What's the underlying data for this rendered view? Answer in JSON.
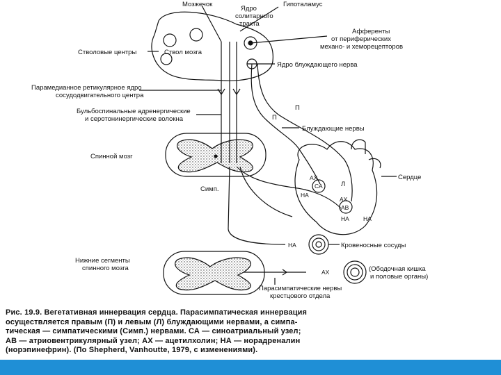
{
  "labels": {
    "cerebellum": "Мозжечок",
    "solitary_tract_nucleus": [
      "Ядро",
      "солитарного",
      "тракта"
    ],
    "hypothalamus": "Гипоталамус",
    "afferents": [
      "Афференты",
      "от периферических",
      "механо- и хеморецепторов"
    ],
    "brainstem_centers": "Стволовые центры",
    "brainstem": "Ствол мозга",
    "vagus_nucleus": "Ядро блуждающего нерва",
    "paramedian_nucleus": [
      "Парамедианное ретикулярное ядро",
      "сосудодвигательного центра"
    ],
    "bulbospinal_fibers": [
      "Бульбоспинальные адренергические",
      "и серотонинергические волокна"
    ],
    "vagus_nerves": "Блуждающие нервы",
    "spinal_cord": "Спинной мозг",
    "heart": "Сердце",
    "symp": "Симп.",
    "blood_vessels": "Кровеносные сосуды",
    "lower_spinal_segments": [
      "Нижние сегменты",
      "спинного мозга"
    ],
    "gut": [
      "(Ободочная кишка",
      "и половые органы)"
    ],
    "parasympathetic_nerves": [
      "Парасимпатические нервы",
      "крестцового отдела"
    ],
    "P1": "П",
    "P2": "П",
    "L": "Л",
    "AX1": "АХ",
    "AX2": "АХ",
    "AX3": "АХ",
    "HA1": "НА",
    "HA2": "НА",
    "HA3": "НА",
    "HA4": "НА",
    "CA": "СА",
    "AB": "АВ"
  },
  "caption": [
    "Рис. 19.9. Вегетативная иннервация сердца. Парасимпатическая иннервация",
    "осуществляется правым (П) и левым (Л) блуждающими нервами, а симпа-",
    "тическая — симпатическими (Симп.) нервами. СА — синоатриальный узел;",
    "АВ — атриовентрикулярный узел; АХ — ацетилхолин; НА — норадреналин",
    "(норэпинефрин). (По Shepherd, Vanhoutte, 1979, с изменениями)."
  ],
  "colors": {
    "ink": "#111111",
    "bottom_bar": "#1f8fd6"
  }
}
